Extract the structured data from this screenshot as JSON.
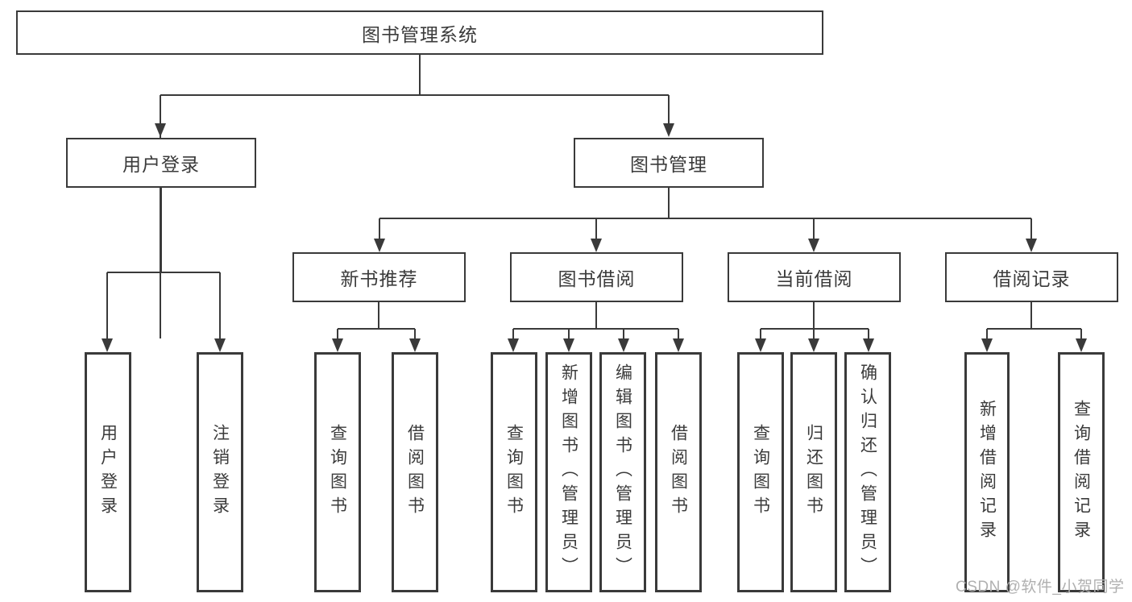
{
  "diagram": {
    "root": {
      "label": "图书管理系统"
    },
    "level2": [
      {
        "label": "用户登录"
      },
      {
        "label": "图书管理"
      }
    ],
    "level3": [
      {
        "label": "新书推荐"
      },
      {
        "label": "图书借阅"
      },
      {
        "label": "当前借阅"
      },
      {
        "label": "借阅记录"
      }
    ],
    "leaves": {
      "login": [
        {
          "label": "用户登录"
        },
        {
          "label": "注销登录"
        }
      ],
      "new_book": [
        {
          "label": "查询图书"
        },
        {
          "label": "借阅图书"
        }
      ],
      "book_borrow": [
        {
          "label": "查询图书"
        },
        {
          "label": "新增图书（管理员）"
        },
        {
          "label": "编辑图书（管理员）"
        },
        {
          "label": "借阅图书"
        }
      ],
      "current_borrow": [
        {
          "label": "查询图书"
        },
        {
          "label": "归还图书"
        },
        {
          "label": "确认归还（管理员）"
        }
      ],
      "borrow_record": [
        {
          "label": "新增借阅记录"
        },
        {
          "label": "查询借阅记录"
        }
      ]
    },
    "watermark": "CSDN @软件_小贺同学",
    "colors": {
      "line": "#3a3a3a",
      "text": "#3b3b3b",
      "watermark": "#b0b0b0",
      "background": "#ffffff"
    }
  }
}
